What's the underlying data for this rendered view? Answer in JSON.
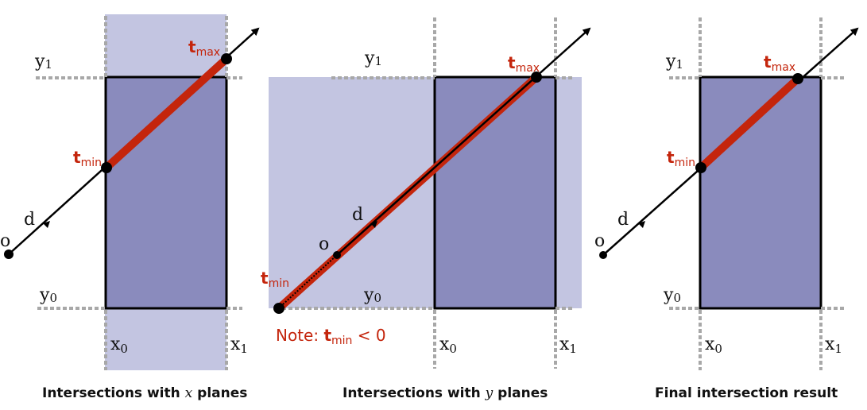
{
  "colors": {
    "slab_fill": "#c3c5e1",
    "box_fill": "#8a8bbd",
    "box_stroke": "#000000",
    "plane_dash": "#a8a8a8",
    "segment": "#c4250c",
    "label_red": "#c4250c"
  },
  "labels": {
    "o": "o",
    "d": "d",
    "x": "x",
    "y": "y",
    "sub0": "0",
    "sub1": "1",
    "t": "t",
    "min": "min",
    "max": "max"
  },
  "panels": [
    {
      "id": "x-planes",
      "caption_prefix": "Intersections with ",
      "caption_var": "x",
      "caption_suffix": " planes"
    },
    {
      "id": "y-planes",
      "caption_prefix": "Intersections with ",
      "caption_var": "y",
      "caption_suffix": " planes",
      "note_prefix": "Note:  ",
      "note_suffix": " < 0"
    },
    {
      "id": "final",
      "caption": "Final intersection result"
    }
  ]
}
